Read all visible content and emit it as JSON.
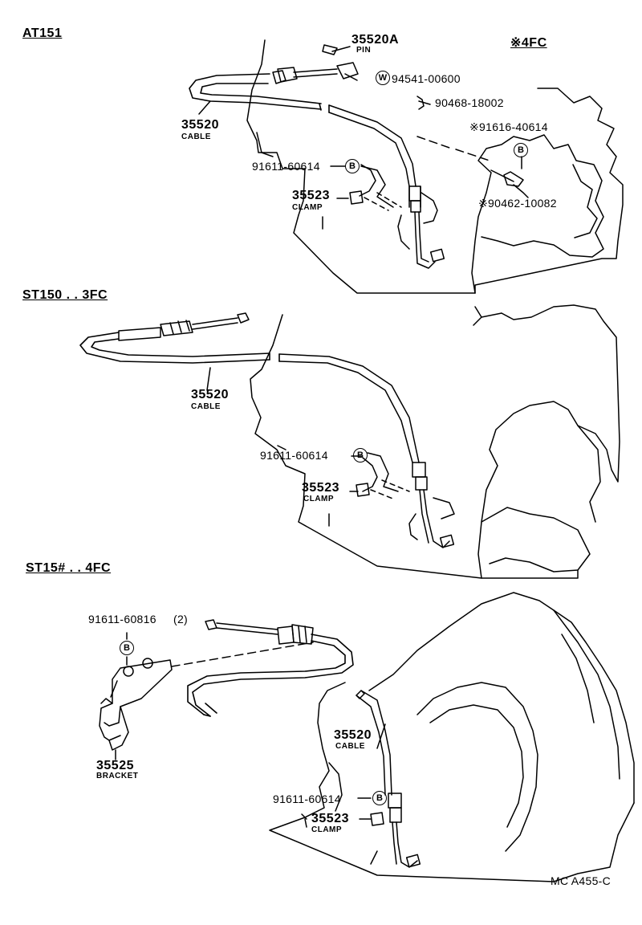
{
  "sections": [
    {
      "title": "AT151",
      "variant_tag": "※4FC",
      "parts": {
        "pin_number": "35520A",
        "pin_name": "PIN",
        "washer_badge": "W",
        "washer_number": "94541-00600",
        "clip_number": "90468-18002",
        "star_bolt_number": "※91616-40614",
        "star_bolt_badge": "B",
        "star_clip_number": "※90462-10082",
        "cable_number": "35520",
        "cable_name": "CABLE",
        "bolt_number": "91611-60614",
        "bolt_badge": "B",
        "clamp_number": "35523",
        "clamp_name": "CLAMP"
      }
    },
    {
      "title": "ST150 . . 3FC",
      "parts": {
        "cable_number": "35520",
        "cable_name": "CABLE",
        "bolt_number": "91611-60614",
        "bolt_badge": "B",
        "clamp_number": "35523",
        "clamp_name": "CLAMP"
      }
    },
    {
      "title": "ST15# . . 4FC",
      "parts": {
        "bracket_bolt_number": "91611-60816",
        "bracket_bolt_qty": "(2)",
        "bracket_bolt_badge": "B",
        "bracket_number": "35525",
        "bracket_name": "BRACKET",
        "cable_number": "35520",
        "cable_name": "CABLE",
        "bolt_number": "91611-60614",
        "bolt_badge": "B",
        "clamp_number": "35523",
        "clamp_name": "CLAMP"
      }
    }
  ],
  "figure_code": "MC A455-C",
  "colors": {
    "ink": "#000000",
    "paper": "#ffffff"
  }
}
